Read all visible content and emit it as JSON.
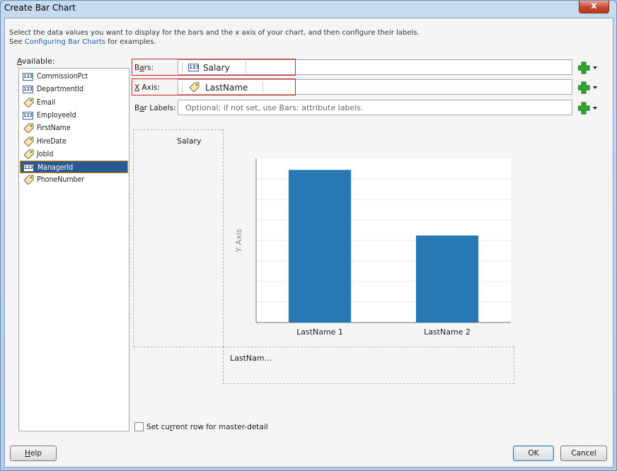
{
  "window": {
    "title": "Create Bar Chart",
    "close_label": "x"
  },
  "intro": {
    "line1": "Select the data values you want to display for the bars and the x axis of your chart, and then configure their labels.",
    "line2_prefix": "See ",
    "line2_link": "Configuring Bar Charts",
    "line2_suffix": " for examples."
  },
  "available": {
    "label_mnemonic": "A",
    "label_rest": "vailable:",
    "items": [
      {
        "label": "CommissionPct",
        "icon": "numeric-icon"
      },
      {
        "label": "DepartmentId",
        "icon": "numeric-icon"
      },
      {
        "label": "Email",
        "icon": "tag-icon"
      },
      {
        "label": "EmployeeId",
        "icon": "numeric-icon"
      },
      {
        "label": "FirstName",
        "icon": "tag-icon"
      },
      {
        "label": "HireDate",
        "icon": "tag-icon"
      },
      {
        "label": "JobId",
        "icon": "tag-icon"
      },
      {
        "label": "ManagerId",
        "icon": "numeric-icon",
        "selected": true
      },
      {
        "label": "PhoneNumber",
        "icon": "tag-icon"
      }
    ],
    "numeric_icon_text": "123"
  },
  "bars": {
    "label_pre": "B",
    "label_mnemonic": "a",
    "label_post": "rs:",
    "value": "Salary"
  },
  "xaxis": {
    "label_mnemonic": "X",
    "label_rest": " Axis:",
    "value": "LastName"
  },
  "bar_labels": {
    "label_pre": "B",
    "label_mnemonic": "a",
    "label_post": "r Labels:",
    "placeholder": "Optional; if not set, use Bars: attribute labels."
  },
  "preview": {
    "bar_field_label": "Salary",
    "x_field_label": "LastNam...",
    "y_axis_label": "Y Axis"
  },
  "chart_data": {
    "type": "bar",
    "categories": [
      "LastName 1",
      "LastName 2"
    ],
    "values": [
      1.0,
      0.57
    ],
    "ylabel": "Y Axis",
    "grid": true,
    "bar_color": "#2878b4"
  },
  "checkbox": {
    "label_pre": "Set cu",
    "label_mnemonic": "r",
    "label_post": "rent row for master-detail",
    "checked": false
  },
  "buttons": {
    "help_mnemonic": "H",
    "help_rest": "elp",
    "ok": "OK",
    "cancel": "Cancel"
  },
  "colors": {
    "accent": "#2b5a93",
    "highlight": "#d42020",
    "add_green": "#2fa82f"
  }
}
